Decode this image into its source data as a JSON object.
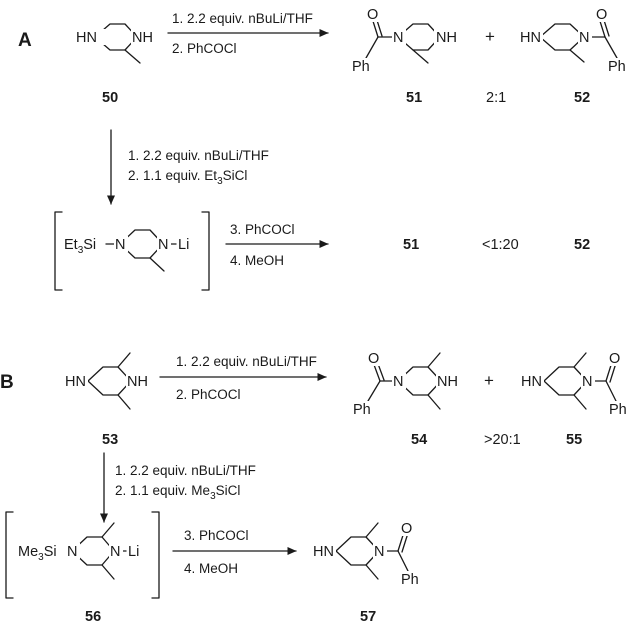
{
  "sections": [
    "A",
    "B"
  ],
  "compounds": {
    "c50": "50",
    "c51": "51",
    "c52": "52",
    "c53": "53",
    "c54": "54",
    "c55": "55",
    "c56": "56",
    "c57": "57"
  },
  "atoms": {
    "hn": "HN",
    "nh": "NH",
    "n": "N",
    "o": "O",
    "ph": "Ph",
    "et3si": "Et",
    "et_sub": "3",
    "si": "Si",
    "me3si": "Me",
    "me_sub": "3",
    "li": "Li"
  },
  "reactions": {
    "a1_step1": "1. 2.2 equiv. nBuLi/THF",
    "a1_step2": "2. PhCOCl",
    "a_down_step1": "1. 2.2 equiv. nBuLi/THF",
    "a_down_step2_pre": "2. 1.1 equiv. Et",
    "a_down_step2_sub": "3",
    "a_down_step2_post": "SiCl",
    "a2_step3": "3. PhCOCl",
    "a2_step4": "4. MeOH",
    "b1_step1": "1. 2.2 equiv. nBuLi/THF",
    "b1_step2": "2. PhCOCl",
    "b_down_step1": "1. 2.2 equiv. nBuLi/THF",
    "b_down_step2_pre": "2. 1.1 equiv. Me",
    "b_down_step2_sub": "3",
    "b_down_step2_post": "SiCl",
    "b2_step3": "3. PhCOCl",
    "b2_step4": "4. MeOH"
  },
  "ratios": {
    "a1": "2:1",
    "a2": "<1:20",
    "b1": ">20:1"
  },
  "plus": "+"
}
